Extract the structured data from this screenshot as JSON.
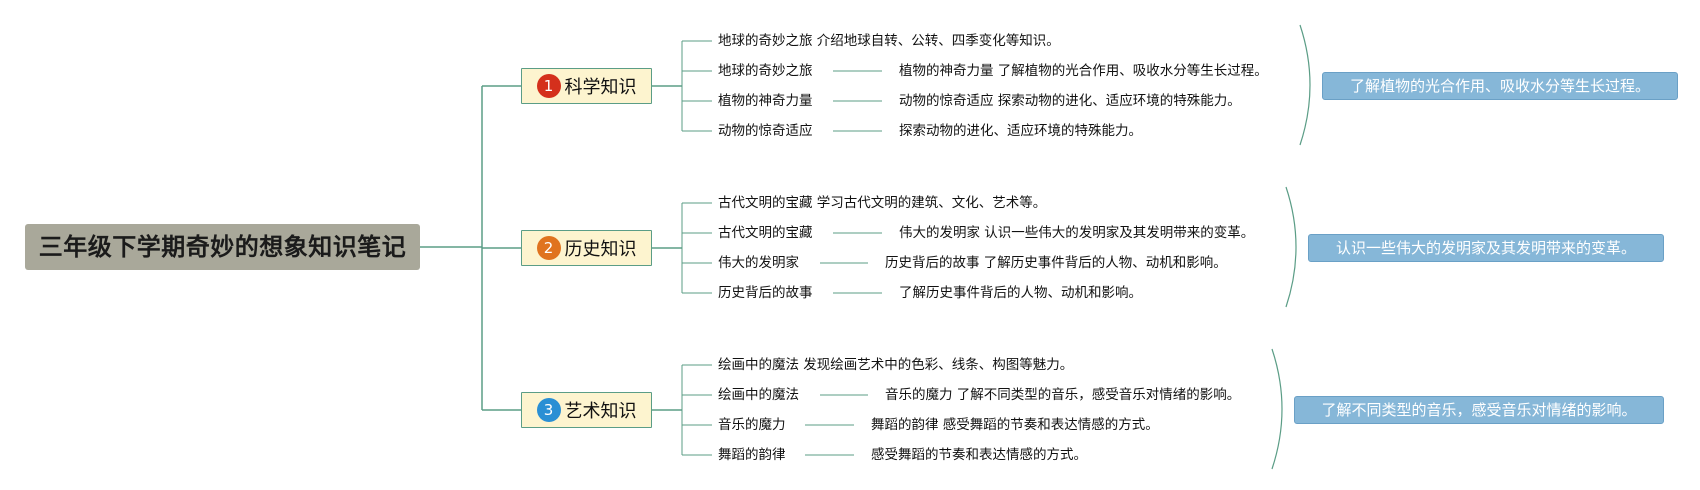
{
  "root": {
    "title": "三年级下学期奇妙的想象知识笔记"
  },
  "branches": [
    {
      "number": "1",
      "label": "科学知识",
      "badge_color": "#d4301c",
      "items": [
        {
          "left": "地球的奇妙之旅 介绍地球自转、公转、四季变化等知识。",
          "right": ""
        },
        {
          "left": "地球的奇妙之旅",
          "right": "植物的神奇力量 了解植物的光合作用、吸收水分等生长过程。"
        },
        {
          "left": "植物的神奇力量",
          "right": "动物的惊奇适应 探索动物的进化、适应环境的特殊能力。"
        },
        {
          "left": "动物的惊奇适应",
          "right": "探索动物的进化、适应环境的特殊能力。"
        }
      ],
      "summary": "了解植物的光合作用、吸收水分等生长过程。"
    },
    {
      "number": "2",
      "label": "历史知识",
      "badge_color": "#e0731f",
      "items": [
        {
          "left": "古代文明的宝藏 学习古代文明的建筑、文化、艺术等。",
          "right": ""
        },
        {
          "left": "古代文明的宝藏",
          "right": "伟大的发明家 认识一些伟大的发明家及其发明带来的变革。"
        },
        {
          "left": "伟大的发明家",
          "right": "历史背后的故事 了解历史事件背后的人物、动机和影响。"
        },
        {
          "left": "历史背后的故事",
          "right": "了解历史事件背后的人物、动机和影响。"
        }
      ],
      "summary": "认识一些伟大的发明家及其发明带来的变革。"
    },
    {
      "number": "3",
      "label": "艺术知识",
      "badge_color": "#2a8fd4",
      "items": [
        {
          "left": "绘画中的魔法 发现绘画艺术中的色彩、线条、构图等魅力。",
          "right": ""
        },
        {
          "left": "绘画中的魔法",
          "right": "音乐的魔力 了解不同类型的音乐，感受音乐对情绪的影响。"
        },
        {
          "left": "音乐的魔力",
          "right": "舞蹈的韵律 感受舞蹈的节奏和表达情感的方式。"
        },
        {
          "left": "舞蹈的韵律",
          "right": "感受舞蹈的节奏和表达情感的方式。"
        }
      ],
      "summary": "了解不同类型的音乐，感受音乐对情绪的影响。"
    }
  ],
  "colors": {
    "connector": "#5b9d86",
    "root_fill": "#a9a89a",
    "branch_fill": "#fdf4cf",
    "summary_fill": "#86b7d8"
  }
}
